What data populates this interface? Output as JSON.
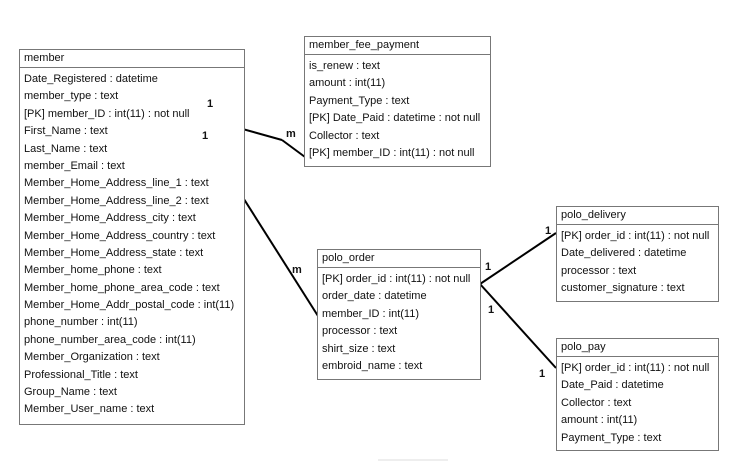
{
  "entities": {
    "member": {
      "title": "member",
      "fields": [
        "Date_Registered : datetime",
        "member_type : text",
        "[PK] member_ID : int(11) : not null",
        "First_Name : text",
        "Last_Name : text",
        "member_Email : text",
        "Member_Home_Address_line_1 : text",
        "Member_Home_Address_line_2 : text",
        "Member_Home_Address_city : text",
        "Member_Home_Address_country : text",
        "Member_Home_Address_state : text",
        "Member_home_phone : text",
        "Member_home_phone_area_code : text",
        "Member_Home_Addr_postal_code : int(11)",
        "phone_number : int(11)",
        "phone_number_area_code : int(11)",
        "Member_Organization : text",
        "Professional_Title : text",
        "Group_Name : text",
        "Member_User_name : text"
      ]
    },
    "member_fee_payment": {
      "title": "member_fee_payment",
      "fields": [
        "is_renew : text",
        "amount : int(11)",
        "Payment_Type : text",
        "[PK] Date_Paid : datetime : not null",
        "Collector : text",
        "[PK] member_ID : int(11) : not null"
      ]
    },
    "polo_order": {
      "title": "polo_order",
      "fields": [
        "[PK] order_id : int(11) : not null",
        "order_date : datetime",
        "member_ID : int(11)",
        "processor : text",
        "shirt_size : text",
        "embroid_name : text"
      ]
    },
    "polo_delivery": {
      "title": "polo_delivery",
      "fields": [
        "[PK] order_id : int(11) : not null",
        "Date_delivered : datetime",
        "processor : text",
        "customer_signature : text"
      ]
    },
    "polo_pay": {
      "title": "polo_pay",
      "fields": [
        "[PK] order_id : int(11) : not null",
        "Date_Paid : datetime",
        "Collector : text",
        "amount : int(11)",
        "Payment_Type : text"
      ]
    }
  },
  "relationships": {
    "member_to_fee": {
      "from_label": "1",
      "to_label": "m"
    },
    "member_to_order": {
      "from_label": "1",
      "to_label": "m"
    },
    "order_to_delivery": {
      "from_label": "1",
      "to_label": "1"
    },
    "order_to_pay": {
      "from_label": "1",
      "to_label": "1"
    }
  }
}
